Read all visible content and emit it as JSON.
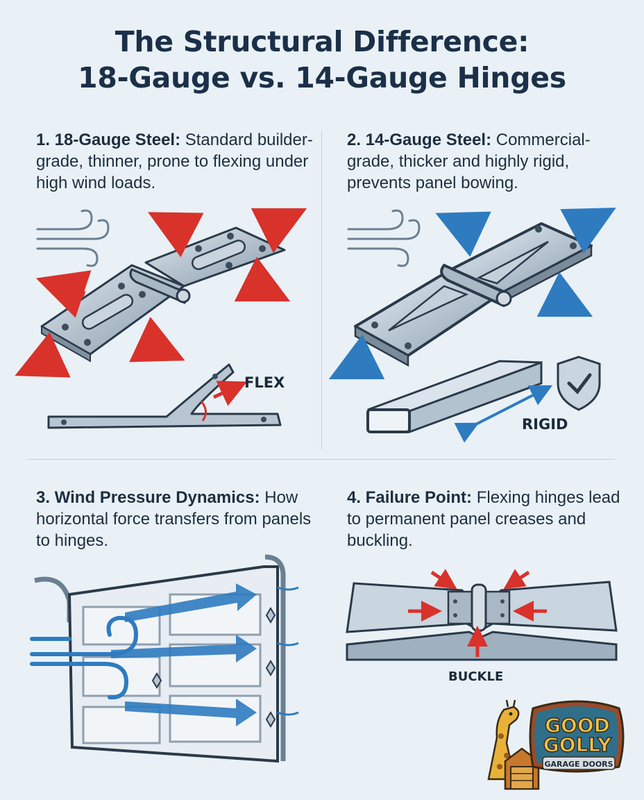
{
  "title": {
    "line1": "The Structural Difference:",
    "line2": "18-Gauge vs. 14-Gauge Hinges"
  },
  "panels": [
    {
      "heading": "1. 18-Gauge Steel:",
      "body": "Standard builder-grade, thinner, prone to flexing under high wind loads.",
      "callout": "FLEX"
    },
    {
      "heading": "2. 14-Gauge Steel:",
      "body": "Commercial-grade, thicker and highly rigid, prevents panel bowing.",
      "callout": "RIGID"
    },
    {
      "heading": "3. Wind Pressure Dynamics:",
      "body": "How horizontal force transfers from panels to hinges."
    },
    {
      "heading": "4. Failure Point:",
      "body": "Flexing hinges lead to permanent panel creases and buckling.",
      "callout": "BUCKLE"
    }
  ],
  "logo": {
    "line1": "GOOD",
    "line2": "GOLLY",
    "tagline": "GARAGE DOORS"
  },
  "colors": {
    "background": "#e9f1f6",
    "title": "#1b3048",
    "red_arrow": "#d8322b",
    "blue_arrow": "#2f7bc0",
    "steel": "#b8c6d2",
    "outline": "#2b3a4a"
  }
}
